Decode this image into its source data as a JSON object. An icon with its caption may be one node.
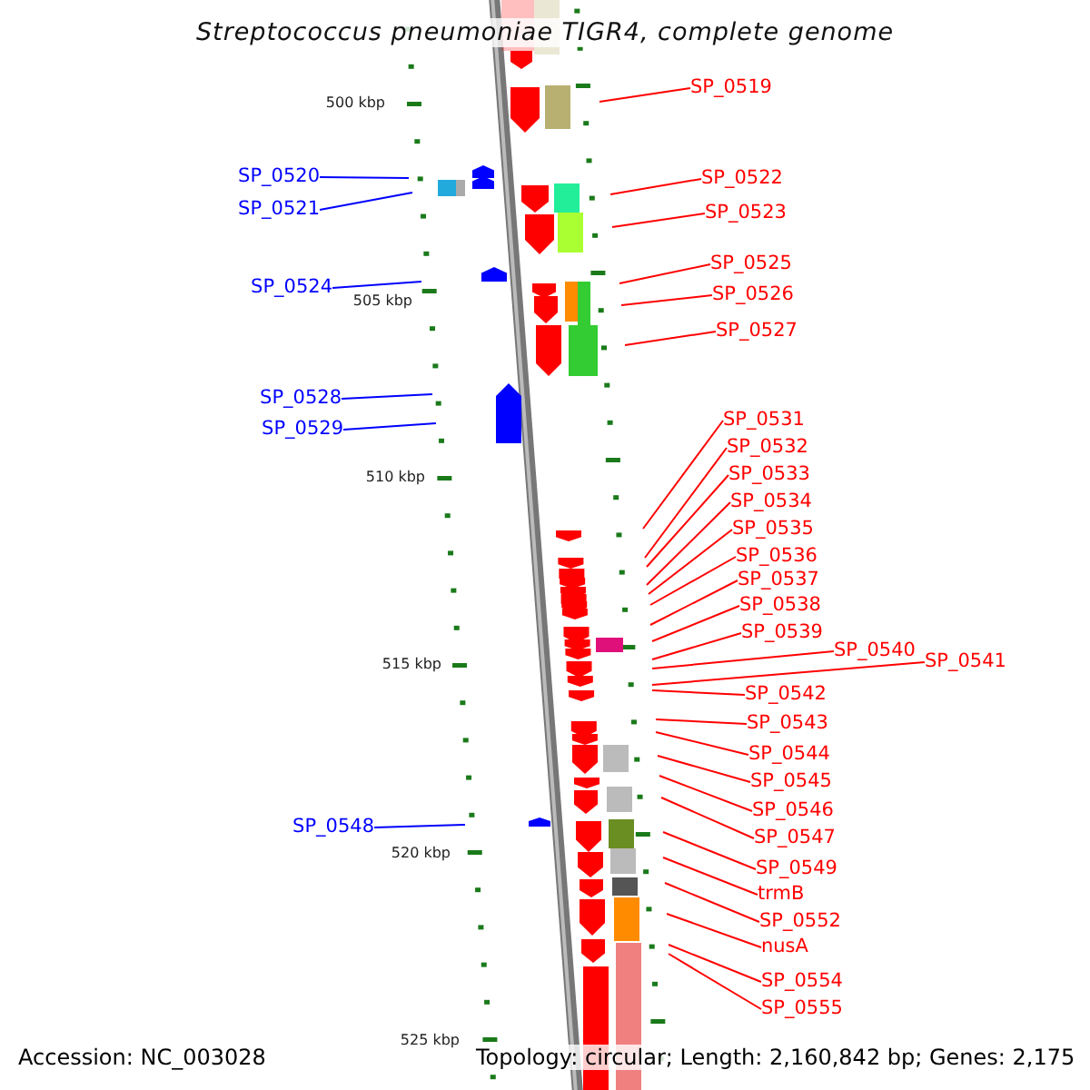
{
  "diagram": {
    "title": "Streptococcus pneumoniae TIGR4, complete genome",
    "nodes": [
      {
        "text": [
          "SP_0520"
        ]
      },
      {
        "text": [
          "SP_0521"
        ]
      },
      {
        "text": [
          "SP_0524"
        ]
      },
      {
        "text": [
          "SP_0528"
        ]
      },
      {
        "text": [
          "SP_0529"
        ]
      },
      {
        "text": [
          "SP_0548"
        ]
      },
      {
        "text": [
          "SP_0519"
        ]
      },
      {
        "text": [
          "SP_0522"
        ]
      },
      {
        "text": [
          "SP_0523"
        ]
      },
      {
        "text": [
          "SP_0525"
        ]
      },
      {
        "text": [
          "SP_0526"
        ]
      },
      {
        "text": [
          "SP_0527"
        ]
      },
      {
        "text": [
          "SP_0531"
        ]
      },
      {
        "text": [
          "SP_0532"
        ]
      },
      {
        "text": [
          "SP_0533"
        ]
      },
      {
        "text": [
          "SP_0534"
        ]
      },
      {
        "text": [
          "SP_0535"
        ]
      },
      {
        "text": [
          "SP_0536"
        ]
      },
      {
        "text": [
          "SP_0537"
        ]
      },
      {
        "text": [
          "SP_0538"
        ]
      },
      {
        "text": [
          "SP_0539"
        ]
      },
      {
        "text": [
          "SP_0540"
        ]
      },
      {
        "text": [
          "SP_0541"
        ]
      },
      {
        "text": [
          "SP_0542"
        ]
      },
      {
        "text": [
          "SP_0543"
        ]
      },
      {
        "text": [
          "SP_0544"
        ]
      },
      {
        "text": [
          "SP_0545"
        ]
      },
      {
        "text": [
          "SP_0546"
        ]
      },
      {
        "text": [
          "SP_0547"
        ]
      },
      {
        "text": [
          "SP_0549"
        ]
      },
      {
        "text": [
          "trmB"
        ]
      },
      {
        "text": [
          "SP_0552"
        ]
      },
      {
        "text": [
          "nusA"
        ]
      },
      {
        "text": [
          "SP_0554"
        ]
      },
      {
        "text": [
          "SP_0555"
        ]
      }
    ],
    "edges": [
      {
        "from": 0,
        "to": null,
        "arrow": "none",
        "color": "#0000ff"
      },
      {
        "from": 1,
        "to": null,
        "arrow": "none",
        "color": "#0000ff"
      },
      {
        "from": 2,
        "to": null,
        "arrow": "none",
        "color": "#0000ff"
      },
      {
        "from": 3,
        "to": null,
        "arrow": "none",
        "color": "#0000ff"
      },
      {
        "from": 4,
        "to": null,
        "arrow": "none",
        "color": "#0000ff"
      },
      {
        "from": 5,
        "to": null,
        "arrow": "none",
        "color": "#0000ff"
      },
      {
        "from": 6,
        "to": null,
        "arrow": "none"
      },
      {
        "from": 7,
        "to": null,
        "arrow": "none"
      },
      {
        "from": 8,
        "to": null,
        "arrow": "none"
      },
      {
        "from": 9,
        "to": null,
        "arrow": "none"
      },
      {
        "from": 10,
        "to": null,
        "arrow": "none"
      },
      {
        "from": 11,
        "to": null,
        "arrow": "none"
      },
      {
        "from": 12,
        "to": null,
        "arrow": "none"
      },
      {
        "from": 13,
        "to": null,
        "arrow": "none"
      },
      {
        "from": 14,
        "to": null,
        "arrow": "none"
      },
      {
        "from": 15,
        "to": null,
        "arrow": "none"
      },
      {
        "from": 16,
        "to": null,
        "arrow": "none"
      },
      {
        "from": 17,
        "to": null,
        "arrow": "none"
      },
      {
        "from": 18,
        "to": null,
        "arrow": "none"
      },
      {
        "from": 19,
        "to": null,
        "arrow": "none"
      },
      {
        "from": 20,
        "to": null,
        "arrow": "none"
      },
      {
        "from": 21,
        "to": null,
        "arrow": "none"
      },
      {
        "from": 22,
        "to": null,
        "arrow": "none"
      },
      {
        "from": 23,
        "to": null,
        "arrow": "none"
      },
      {
        "from": 24,
        "to": null,
        "arrow": "none"
      },
      {
        "from": 25,
        "to": null,
        "arrow": "none"
      },
      {
        "from": 26,
        "to": null,
        "arrow": "none"
      },
      {
        "from": 27,
        "to": null,
        "arrow": "none"
      },
      {
        "from": 28,
        "to": null,
        "arrow": "none"
      },
      {
        "from": 29,
        "to": null,
        "arrow": "none"
      },
      {
        "from": 30,
        "to": null,
        "arrow": "none"
      },
      {
        "from": 31,
        "to": null,
        "arrow": "none"
      },
      {
        "from": 32,
        "to": null,
        "arrow": "none"
      },
      {
        "from": 33,
        "to": null,
        "arrow": "none"
      },
      {
        "from": 34,
        "to": null,
        "arrow": "none"
      }
    ],
    "labels": [
      "500 kbp",
      "505 kbp",
      "510 kbp",
      "515 kbp",
      "520 kbp",
      "525 kbp",
      "Accession: NC_003028",
      "Topology: circular; Length: 2,160,842 bp; Genes: 2,175"
    ]
  }
}
